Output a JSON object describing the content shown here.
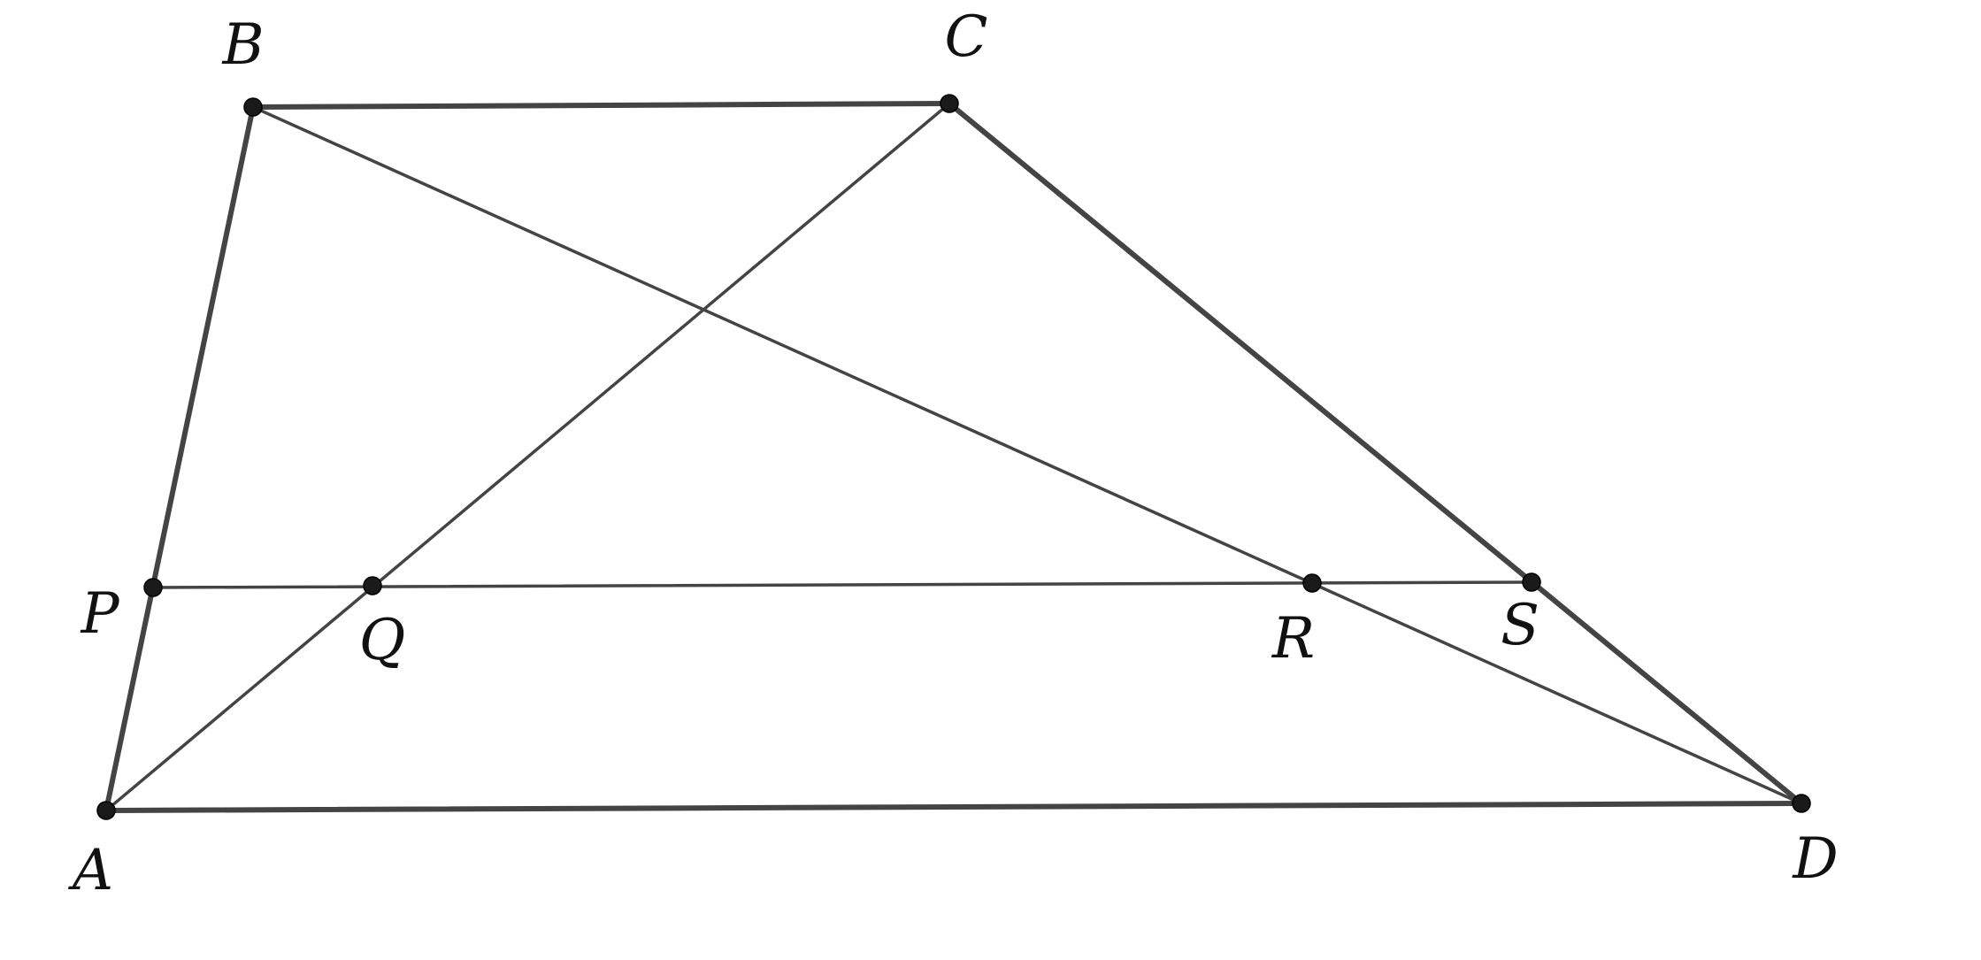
{
  "diagram": {
    "points": [
      {
        "id": "A",
        "label": "A"
      },
      {
        "id": "B",
        "label": "B"
      },
      {
        "id": "C",
        "label": "C"
      },
      {
        "id": "D",
        "label": "D"
      },
      {
        "id": "P",
        "label": "P"
      },
      {
        "id": "Q",
        "label": "Q"
      },
      {
        "id": "R",
        "label": "R"
      },
      {
        "id": "S",
        "label": "S"
      }
    ],
    "segments": [
      {
        "from": "B",
        "to": "C",
        "weight": "thick"
      },
      {
        "from": "A",
        "to": "D",
        "weight": "thick"
      },
      {
        "from": "C",
        "to": "D",
        "weight": "thick"
      },
      {
        "from": "A",
        "to": "B",
        "weight": "thick"
      },
      {
        "from": "A",
        "to": "C",
        "weight": "thin"
      },
      {
        "from": "B",
        "to": "D",
        "weight": "thin"
      },
      {
        "from": "P",
        "to": "S",
        "weight": "thin"
      }
    ],
    "colors": {
      "line": "#444444",
      "point": "#1a1a1a",
      "label": "#111111",
      "background": "#ffffff"
    }
  }
}
